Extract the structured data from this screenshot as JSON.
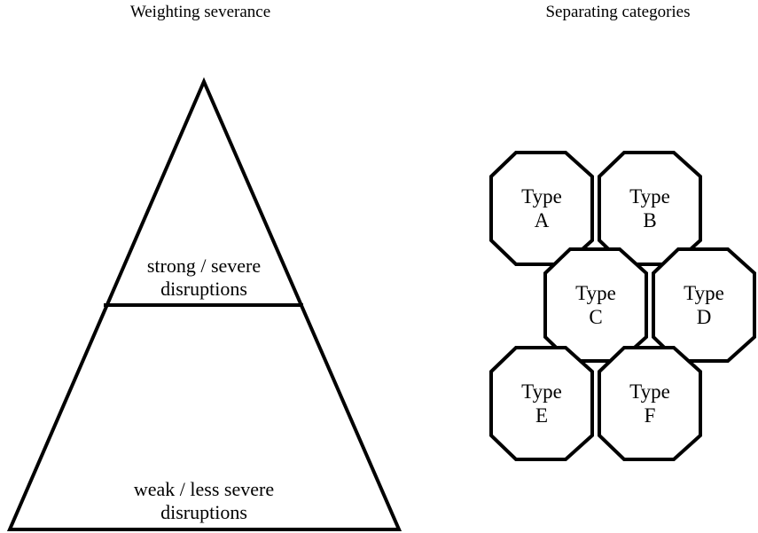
{
  "left_panel": {
    "title": "Weighting severance",
    "top_section": {
      "line1": "strong / severe",
      "line2": "disruptions"
    },
    "bottom_section": {
      "line1": "weak / less severe",
      "line2": "disruptions"
    }
  },
  "right_panel": {
    "title": "Separating categories",
    "hexagons": [
      {
        "line1": "Type",
        "line2": "A"
      },
      {
        "line1": "Type",
        "line2": "B"
      },
      {
        "line1": "Type",
        "line2": "C"
      },
      {
        "line1": "Type",
        "line2": "D"
      },
      {
        "line1": "Type",
        "line2": "E"
      },
      {
        "line1": "Type",
        "line2": "F"
      }
    ]
  },
  "colors": {
    "stroke": "#000000",
    "background": "#ffffff"
  }
}
